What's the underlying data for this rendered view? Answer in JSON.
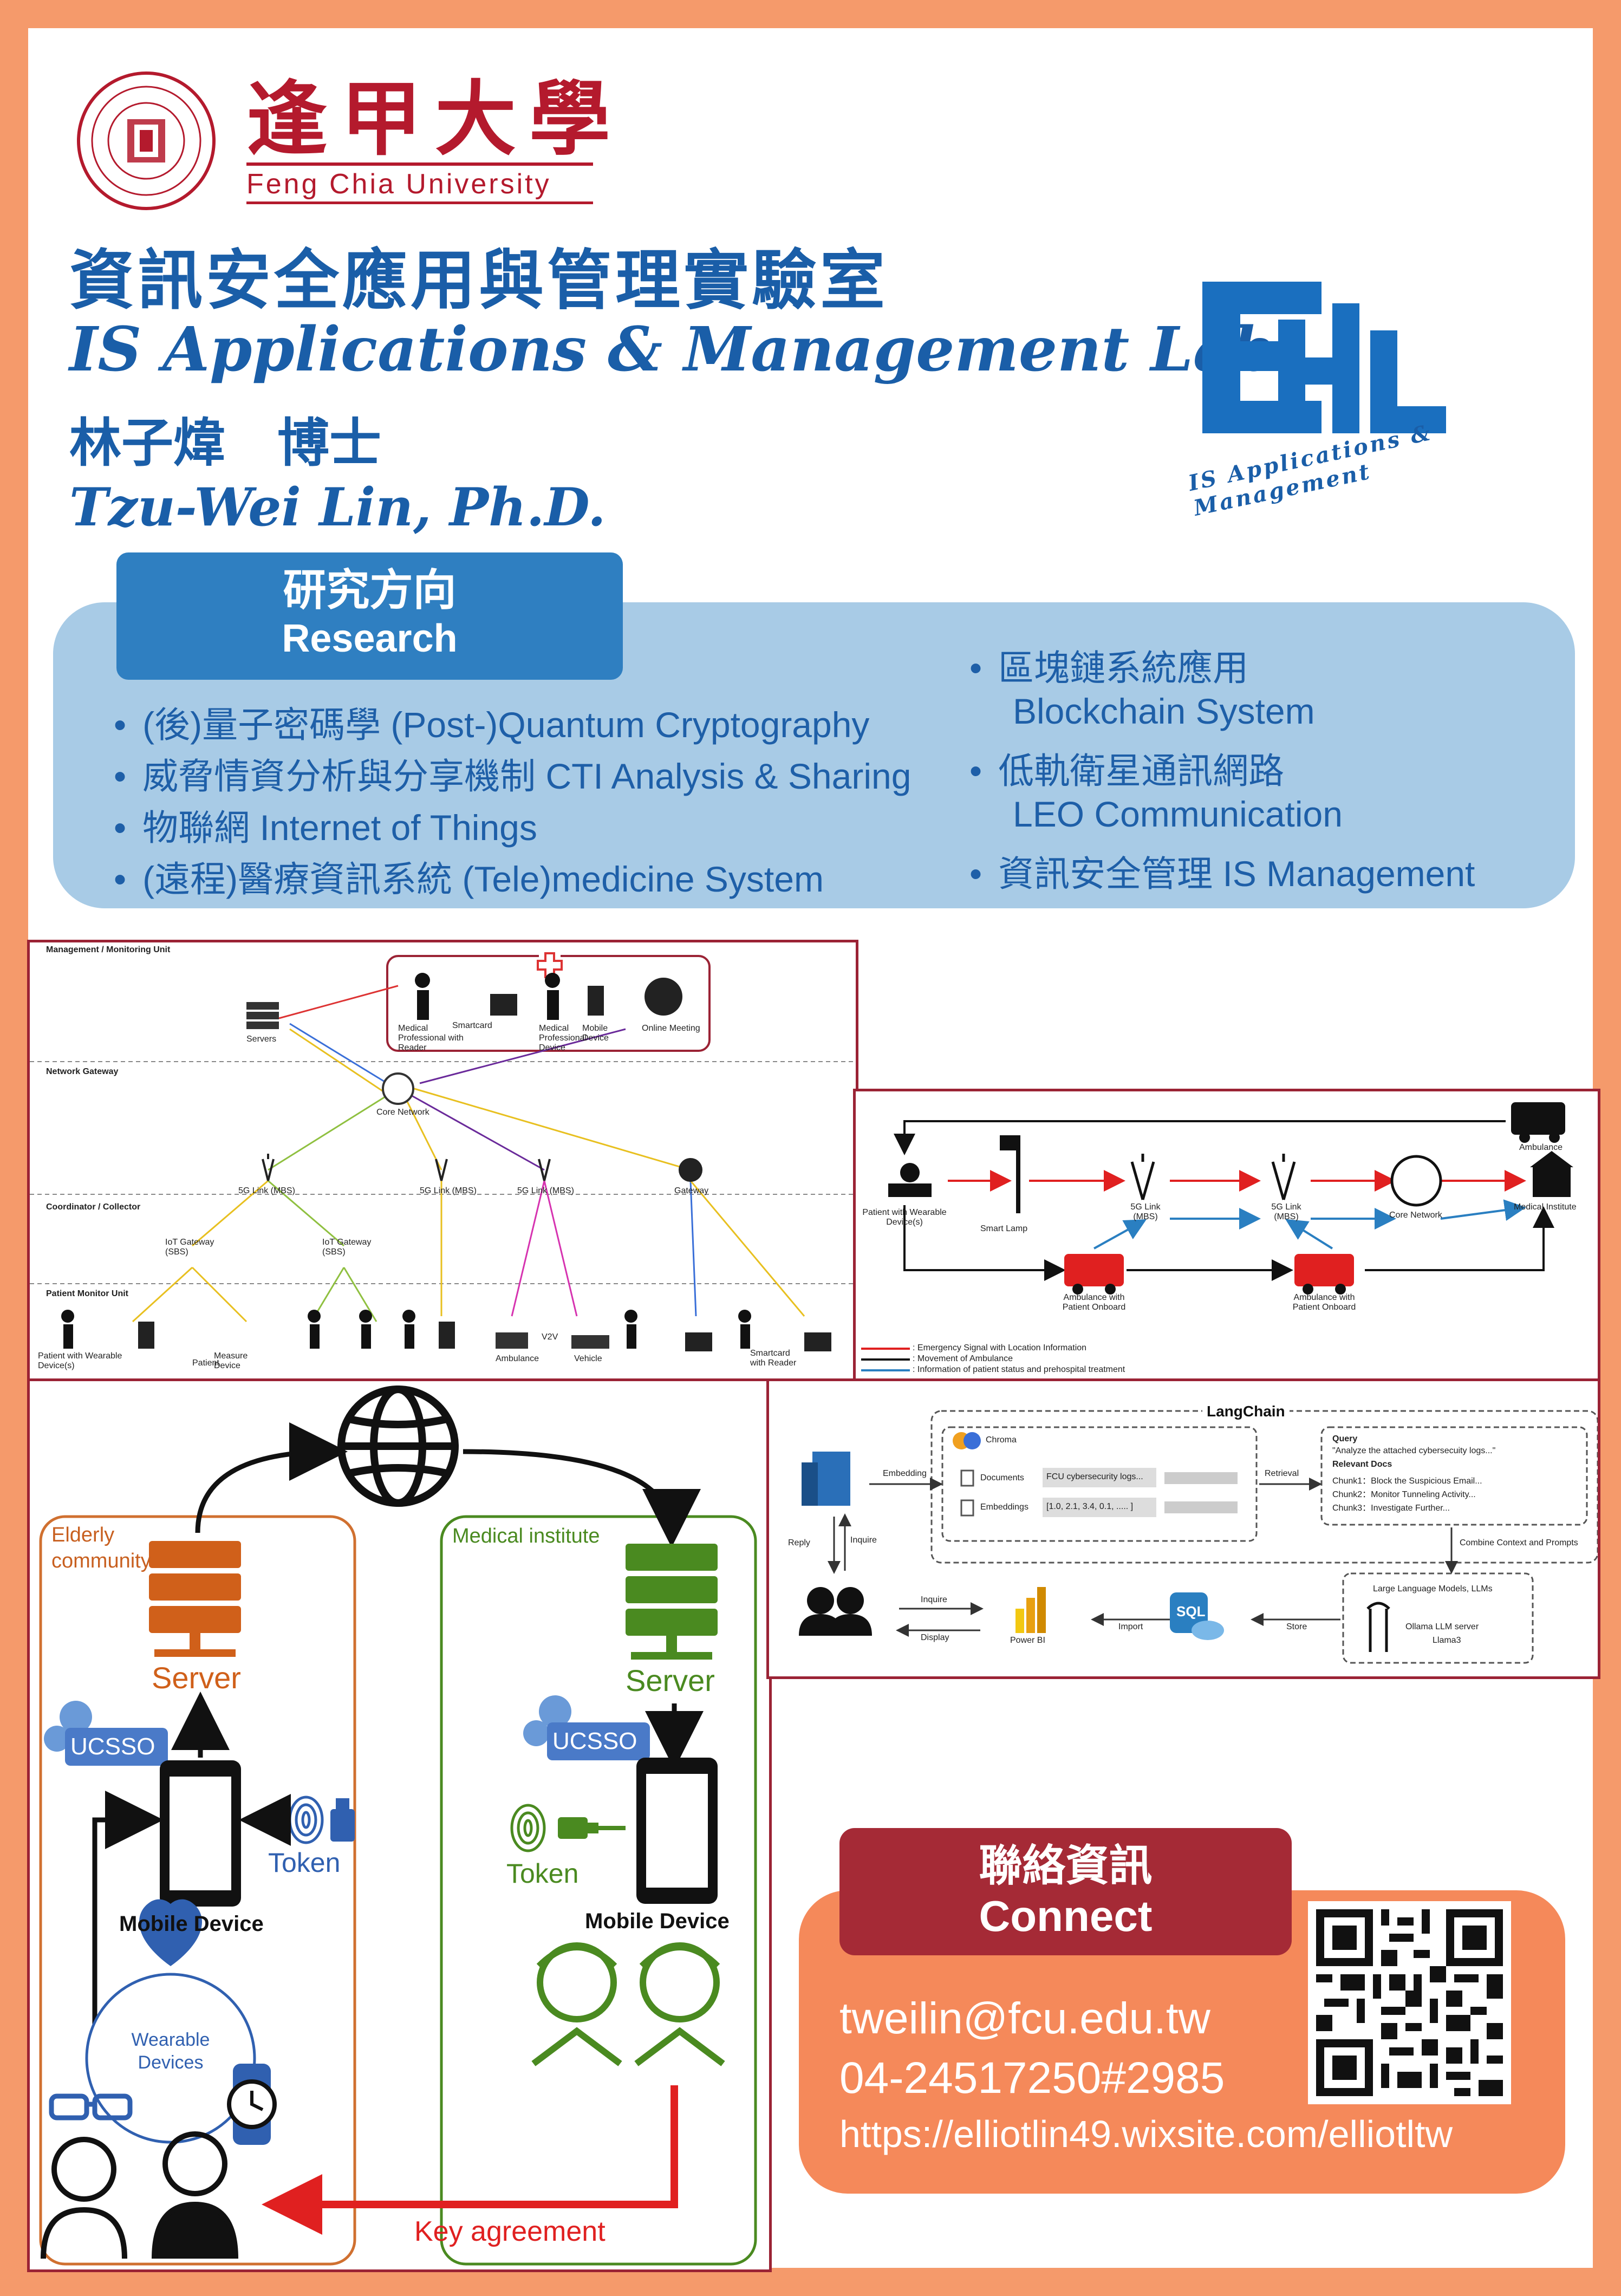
{
  "header": {
    "university_zh": "逢甲大學",
    "university_en": "Feng Chia University",
    "lab_zh": "資訊安全應用與管理實驗室",
    "lab_en": "IS Applications & Management Lab.",
    "person_zh": "林子煒　博士",
    "person_en": "Tzu-Wei Lin, Ph.D.",
    "logo_text": "IS Applications & Management"
  },
  "research": {
    "title_zh": "研究方向",
    "title_en": "Research",
    "left_items": [
      "(後)量子密碼學 (Post-)Quantum Cryptography",
      "威脅情資分析與分享機制 CTI Analysis & Sharing",
      "物聯網 Internet of Things",
      "(遠程)醫療資訊系統 (Tele)medicine System"
    ],
    "right_items": [
      {
        "zh": "區塊鏈系統應用",
        "en": "Blockchain System"
      },
      {
        "zh": "低軌衛星通訊網路",
        "en": "LEO Communication"
      },
      {
        "zh": "資訊安全管理 IS Management",
        "en": ""
      }
    ]
  },
  "diagram1": {
    "sections": [
      "Management / Monitoring Unit",
      "Network Gateway",
      "Coordinator / Collector",
      "Patient Monitor Unit"
    ],
    "labels": {
      "servers": "Servers",
      "med_pro_reader": "Medical Professional with Reader",
      "smartcard": "Smartcard",
      "med_pro_device": "Medical Professional Device",
      "mobile_device": "Mobile Device",
      "online_meeting": "Online Meeting",
      "core_network": "Core Network",
      "link_mbs_1": "5G Link (MBS)",
      "link_mbs_2": "5G Link (MBS)",
      "link_mbs_3": "5G Link (MBS)",
      "gateway": "Gateway",
      "iot_gateway_1": "IoT Gateway (SBS)",
      "iot_gateway_2": "IoT Gateway (SBS)",
      "patient_wearable": "Patient with Wearable Device(s)",
      "ambulance": "Ambulance",
      "v2v": "V2V",
      "vehicle": "Vehicle",
      "patient": "Patient",
      "measure_device": "Measure Device",
      "smartcard_reader": "Smartcard with Reader"
    }
  },
  "diagram2": {
    "labels": {
      "ambulance": "Ambulance",
      "patient_wearable": "Patient with Wearable Device(s)",
      "smart_lamp": "Smart Lamp",
      "link1": "5G Link (MBS)",
      "link2": "5G Link (MBS)",
      "core_network": "Core Network",
      "medical_institute": "Medical Institute",
      "amb_onboard_1": "Ambulance with Patient Onboard",
      "amb_onboard_2": "Ambulance with Patient Onboard"
    },
    "legend": [
      {
        "text": ": Emergency Signal with Location Information",
        "color": "#e02020"
      },
      {
        "text": ": Movement of Ambulance",
        "color": "#111111"
      },
      {
        "text": ": Information of patient status and prehospital treatment",
        "color": "#2a7fc1"
      }
    ]
  },
  "diagram3": {
    "labels": {
      "elderly": "Elderly community",
      "medical": "Medical institute",
      "server_left": "Server",
      "server_right": "Server",
      "ucsso_left": "UCSSO",
      "ucsso_right": "UCSSO",
      "token_left": "Token",
      "token_right": "Token",
      "mobile_left": "Mobile Device",
      "mobile_right": "Mobile Device",
      "wearable": "Wearable Devices",
      "key_agreement": "Key agreement"
    }
  },
  "diagram4": {
    "labels": {
      "langchain": "LangChain",
      "chroma": "Chroma",
      "documents": "Documents",
      "doc_value": "FCU cybersecurity logs...",
      "embeddings": "Embeddings",
      "emb_value": "[1.0,  2.1,  3.4,  0.1, ..... ]",
      "embedding": "Embedding",
      "retrieval": "Retrieval",
      "query": "Query",
      "query_text": "\"Analyze the attached cybersecuity logs...\"",
      "relevant": "Relevant Docs",
      "chunk1": "Chunk1：Block the Suspicious Email...",
      "chunk2": "Chunk2：Monitor Tunneling Activity...",
      "chunk3": "Chunk3：Investigate Further...",
      "combine": "Combine Context and Prompts",
      "reply": "Reply",
      "inquire1": "Inquire",
      "inquire2": "Inquire",
      "display": "Display",
      "powerbi": "Power BI",
      "import": "Import",
      "sql": "SQL",
      "store": "Store",
      "llm": "Large Language Models, LLMs",
      "ollama": "Ollama LLM server",
      "llama": "Llama3"
    }
  },
  "contact": {
    "title_zh": "聯絡資訊",
    "title_en": "Connect",
    "email": "tweilin@fcu.edu.tw",
    "phone": "04-24517250#2985",
    "url": "https://elliotlin49.wixsite.com/elliotltw"
  },
  "colors": {
    "frame": "#f59a6b",
    "brand_red": "#b41a2d",
    "brand_blue": "#1a5ea8",
    "research_bg": "#a8cbe6",
    "contact_bg": "#f5895a"
  }
}
